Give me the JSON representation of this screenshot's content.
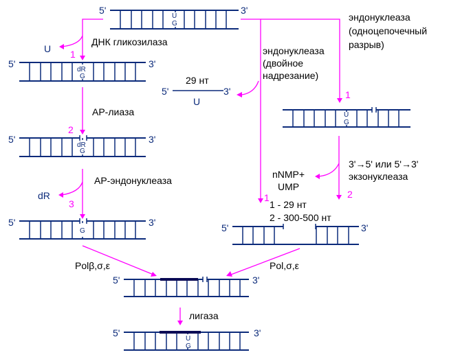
{
  "colors": {
    "dna": "#0b2a7a",
    "arrow": "#ff00ff",
    "text": "#000000",
    "repair_patch": "#0b0b55"
  },
  "ends": {
    "five": "5'",
    "three": "3'"
  },
  "top_duplex": {
    "top_base": "U",
    "bottom_base": "G"
  },
  "left_path": {
    "glycosylase": {
      "label": "ДНК гликозилаза",
      "step": "1",
      "released": "U"
    },
    "duplex1": {
      "top_base": "dR",
      "bottom_base": "G"
    },
    "ap_lyase": {
      "label": "АР-лиаза",
      "step": "2"
    },
    "duplex2": {
      "top_base": "dR",
      "bottom_base": "G"
    },
    "ap_endonuclease": {
      "label": "АР-эндонуклеаза",
      "step": "3",
      "released": "dR"
    },
    "duplex3": {
      "bottom_base": "G"
    },
    "polymerase": {
      "label": "Polβ,σ,ε"
    }
  },
  "middle_path": {
    "endonuclease_double": {
      "lines": [
        "эндонуклеаза",
        "(двойное",
        "надрезание)"
      ],
      "step": "1"
    },
    "fragment": {
      "length": "29 нт",
      "base": "U"
    }
  },
  "right_path": {
    "endonuclease_single": {
      "lines": [
        "эндонуклеаза",
        "(одноцепочечный",
        "разрыв)"
      ],
      "step": "1"
    },
    "duplex": {
      "top_base": "U",
      "bottom_base": "G"
    },
    "exonuclease": {
      "lines": [
        "3'→5'  или 5'→3'",
        "экзонуклеаза"
      ],
      "step": "2",
      "released_lines": [
        "nNMP+",
        "UMP"
      ]
    },
    "gap_sizes": [
      "1 - 29 нт",
      "2 - 300-500 нт"
    ],
    "polymerase": {
      "label": "Pol,σ,ε"
    }
  },
  "bottom": {
    "ligase": {
      "label": "лигаза"
    },
    "final_duplex": {
      "top_base": "U",
      "bottom_base": "G"
    }
  }
}
